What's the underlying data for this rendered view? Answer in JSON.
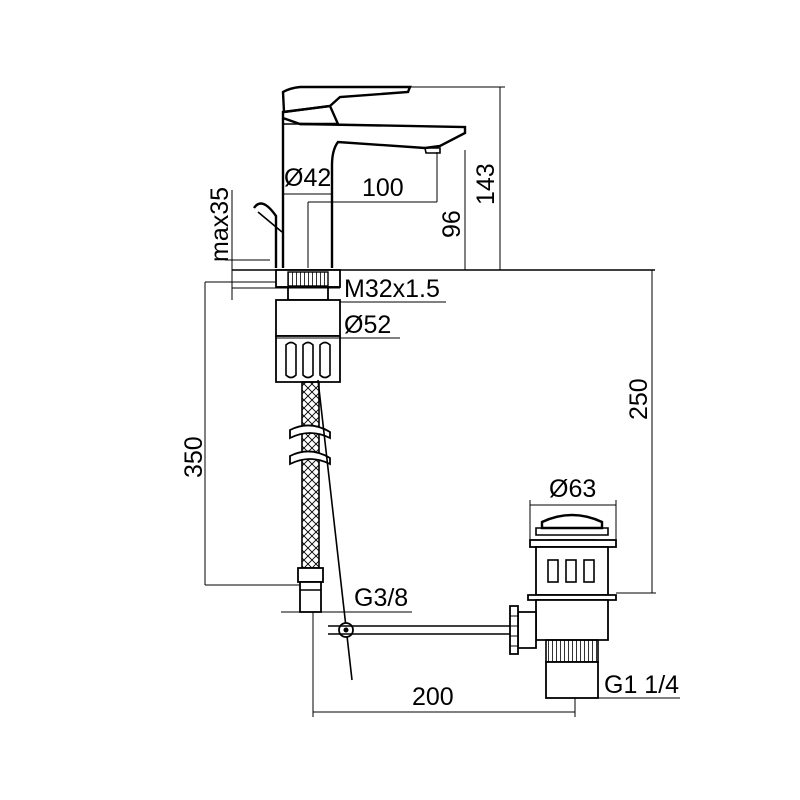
{
  "dimensions": {
    "d42": "Ø42",
    "len100": "100",
    "h143": "143",
    "h96": "96",
    "max35": "max35",
    "thread_m32": "M32x1.5",
    "d52": "Ø52",
    "h350": "350",
    "h250": "250",
    "d63": "Ø63",
    "g38": "G3/8",
    "len200": "200",
    "g114": "G1 1/4"
  }
}
